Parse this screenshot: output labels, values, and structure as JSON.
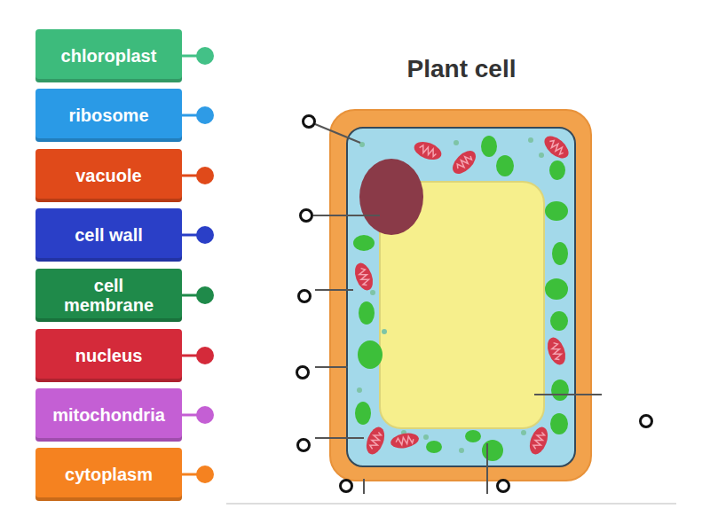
{
  "diagram": {
    "title": "Plant cell",
    "nodes": [
      {
        "text": [
          "chloroplast"
        ]
      },
      {
        "text": [
          "ribosome"
        ]
      },
      {
        "text": [
          "vacuole"
        ]
      },
      {
        "text": [
          "cell wall"
        ]
      },
      {
        "text": [
          "cell membrane"
        ]
      },
      {
        "text": [
          "nucleus"
        ]
      },
      {
        "text": [
          "mitochondria"
        ]
      },
      {
        "text": [
          "cytoplasm"
        ]
      }
    ]
  }
}
